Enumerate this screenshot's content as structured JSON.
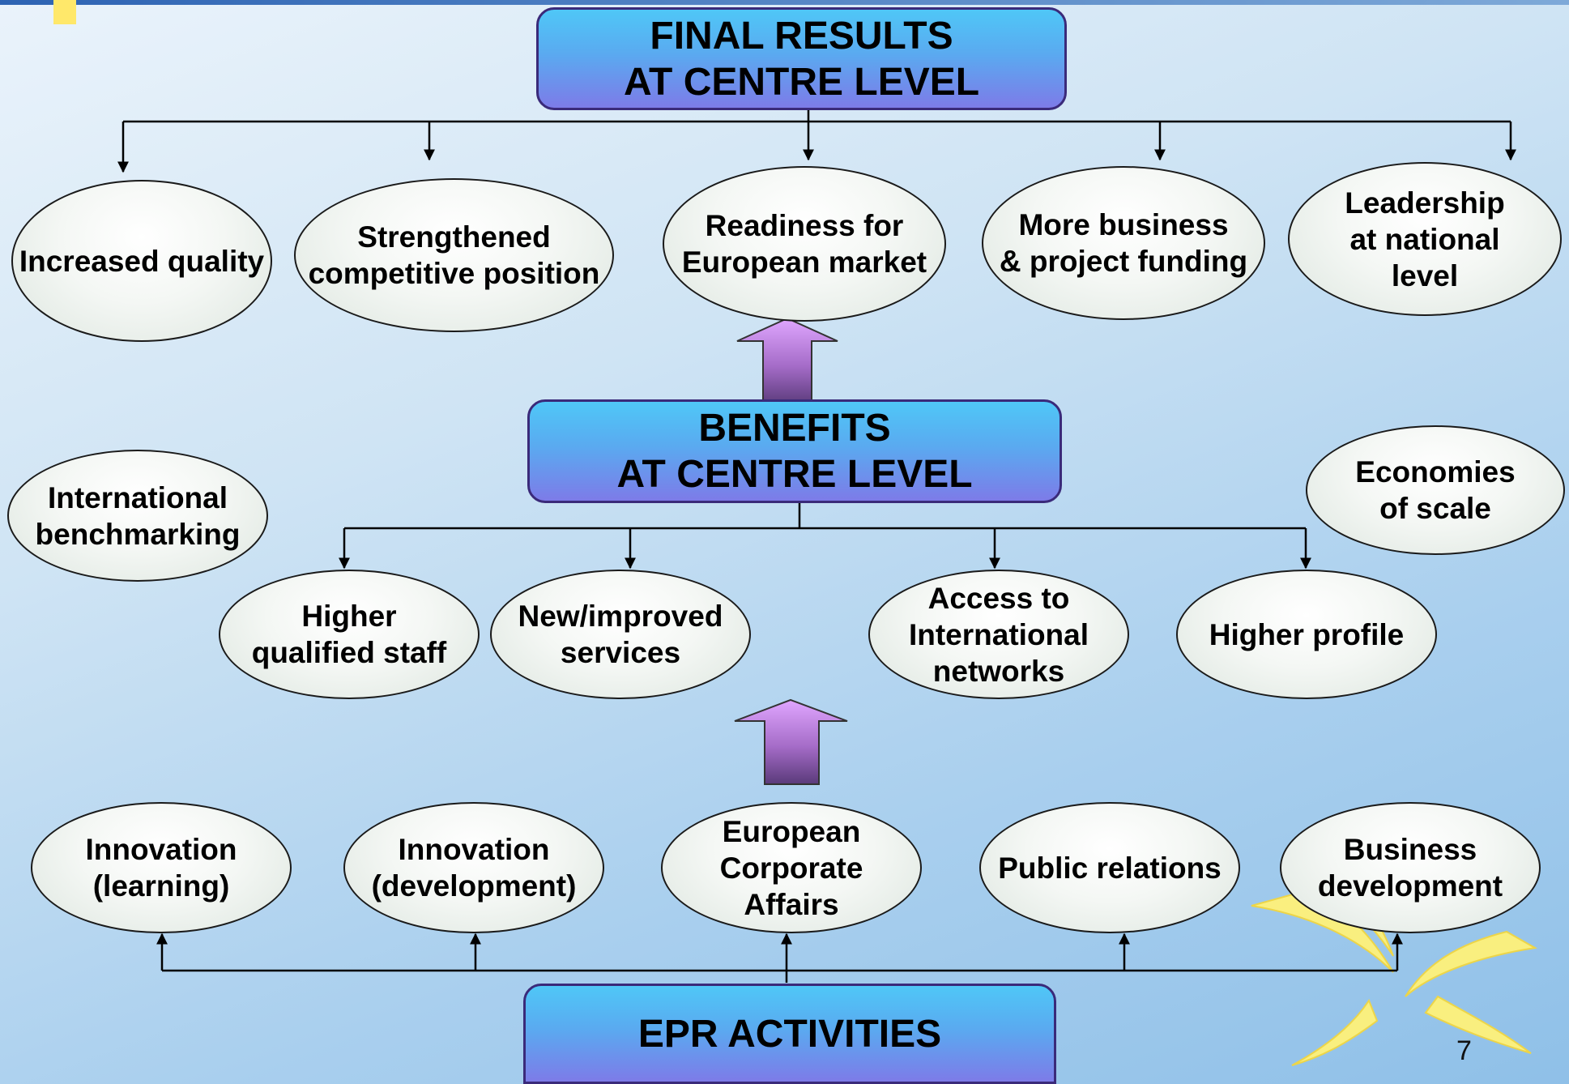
{
  "final_results": {
    "lines": [
      "FINAL RESULTS",
      "AT CENTRE LEVEL"
    ]
  },
  "results": [
    {
      "lines": [
        "Increased quality"
      ]
    },
    {
      "lines": [
        "Strengthened",
        "competitive position"
      ]
    },
    {
      "lines": [
        "Readiness for",
        "European market"
      ]
    },
    {
      "lines": [
        "More business",
        "& project funding"
      ]
    },
    {
      "lines": [
        "Leadership",
        "at national",
        "level"
      ]
    }
  ],
  "benefits_box": {
    "lines": [
      "BENEFITS",
      "AT CENTRE LEVEL"
    ]
  },
  "side_benefits": [
    {
      "lines": [
        "International",
        "benchmarking"
      ]
    },
    {
      "lines": [
        "Economies",
        "of scale"
      ]
    }
  ],
  "benefits": [
    {
      "lines": [
        "Higher",
        "qualified staff"
      ]
    },
    {
      "lines": [
        "New/improved",
        "services"
      ]
    },
    {
      "lines": [
        "Access to",
        "International",
        "networks"
      ]
    },
    {
      "lines": [
        "Higher profile"
      ]
    }
  ],
  "activities": [
    {
      "lines": [
        "Innovation",
        "(learning)"
      ]
    },
    {
      "lines": [
        "Innovation",
        "(development)"
      ]
    },
    {
      "lines": [
        "European",
        "Corporate",
        "Affairs"
      ]
    },
    {
      "lines": [
        "Public relations"
      ]
    },
    {
      "lines": [
        "Business",
        "development"
      ]
    }
  ],
  "epr_box": {
    "lines": [
      "EPR ACTIVITIES"
    ]
  },
  "page_number": "7",
  "colors": {
    "box": "#5aaaf0",
    "arrow": "#b07ad8",
    "logo": "#ffe86a"
  }
}
